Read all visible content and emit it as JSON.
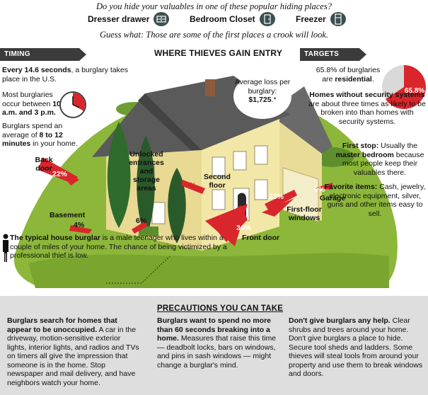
{
  "header": {
    "question": "Do you hide your valuables in one of these popular hiding places?",
    "places": [
      {
        "label": "Dresser drawer",
        "icon": "dresser-icon"
      },
      {
        "label": "Bedroom Closet",
        "icon": "closet-door-icon"
      },
      {
        "label": "Freezer",
        "icon": "freezer-icon"
      }
    ],
    "guess": "Guess what: Those are some of the first places a crook will look."
  },
  "timing": {
    "heading": "TIMING",
    "p1_bold": "Every 14.6 seconds",
    "p1_rest": ", a burglary takes place in the U.S.",
    "p2_a": "Most burglaries occur between ",
    "p2_bold": "10 a.m. and 3 p.m.",
    "p3_a": "Burglars spend an average of ",
    "p3_bold": "8 to 12 minutes",
    "p3_rest": " in your home.",
    "clock_icon": "clock-icon"
  },
  "scene": {
    "title": "WHERE THIEVES GAIN ENTRY",
    "avg_loss_a": "Average loss per burglary: ",
    "avg_loss_bold": "$1,725",
    "avg_loss_b": ".*",
    "entries": [
      {
        "label": "Back door",
        "pct": "22%"
      },
      {
        "label": "Basement",
        "pct": "4%"
      },
      {
        "label": "Unlocked entrances and storage areas",
        "pct": "6%"
      },
      {
        "label": "Second floor",
        "pct": "2%"
      },
      {
        "label": "First-floor windows",
        "pct": "23%"
      },
      {
        "label": "Garage",
        "pct": "9%"
      },
      {
        "label": "Front door",
        "pct": "34%"
      }
    ],
    "colors": {
      "red": "#d9262c",
      "roof": "#5a5a5a",
      "wall": "#f3e7a8",
      "grass": "#8cb73a",
      "tree": "#2f6b2c",
      "dark_tree": "#2b5a2a"
    }
  },
  "targets": {
    "heading": "TARGETS",
    "p1_a": "65.8% of burglaries are ",
    "p1_bold": "residential",
    "p1_b": ".",
    "pie_value": 65.8,
    "pie_label": "65.8%",
    "p2_bold": "Homes without security systems",
    "p2_rest": " are about three times as likely to be broken into than homes with security systems.",
    "p3_bold_a": "First stop:",
    "p3_a": " Usually the ",
    "p3_bold_b": "master bedroom",
    "p3_rest": " because most people keep their valuables there.",
    "p4_bold": "Favorite items:",
    "p4_rest": " Cash, jewelry, electronic equipment, silver, guns and other items easy to sell."
  },
  "typical": {
    "bold": "The typical house burglar",
    "rest": " is a male teenager who lives within a couple of miles of your home. The chance of being victimized by a professional thief is low.",
    "icon": "burglar-silhouette-icon"
  },
  "precautions": {
    "title": "PRECAUTIONS YOU CAN TAKE",
    "c1_bold": "Burglars search for homes that appear to be unoccupied.",
    "c1_rest": " A car in the driveway, motion-sensitive exterior lights, interior lights, and radios and TVs on timers all give the impression that someone is in the home. Stop newspaper and mail delivery, and have neighbors watch your home.",
    "c2_bold": "Burglars want to spend no more than 60 seconds breaking into a home.",
    "c2_rest": " Measures that raise this time — deadbolt locks, bars on windows, and pins in sash windows — might change a burglar's mind.",
    "c3_bold": "Don't give burglars any help.",
    "c3_rest": " Clear shrubs and trees around your home. Don't give burglars a place to hide. Secure tool sheds and ladders. Some thieves will steal tools from around your property and use them to break windows and doors."
  }
}
